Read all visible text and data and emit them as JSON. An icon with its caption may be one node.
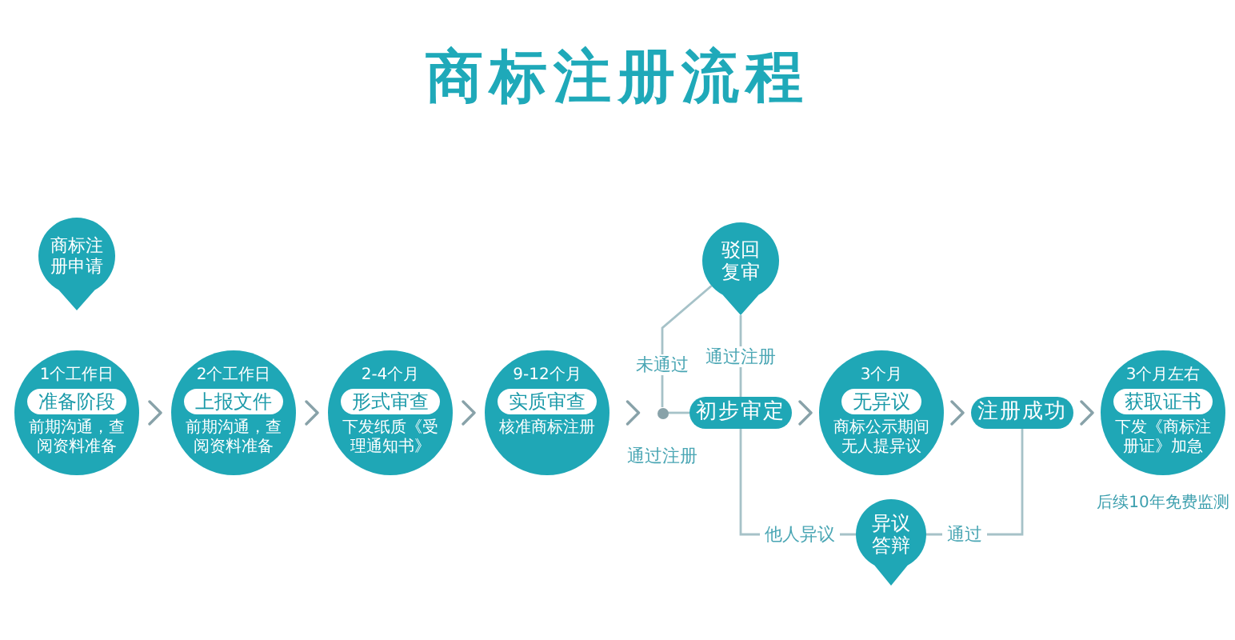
{
  "diagram": {
    "title": "商标注册流程",
    "nodes": [
      {
        "text": [
          "商标注册申请"
        ]
      },
      {
        "text": [
          "1个工作日",
          "准备阶段",
          "前期沟通，查阅资料准备"
        ]
      },
      {
        "text": [
          "2个工作日",
          "上报文件",
          "前期沟通，查阅资料准备"
        ]
      },
      {
        "text": [
          "2-4个月",
          "形式审查",
          "下发纸质《受理通知书》"
        ]
      },
      {
        "text": [
          "9-12个月",
          "实质审查",
          "核准商标注册"
        ]
      },
      {
        "text": [],
        "shape": "dot"
      },
      {
        "text": [
          "驳回复审"
        ]
      },
      {
        "text": [
          "初步审定"
        ]
      },
      {
        "text": [
          "3个月",
          "无异议",
          "商标公示期间无人提异议"
        ]
      },
      {
        "text": [
          "注册成功"
        ]
      },
      {
        "text": [
          "3个月左右",
          "获取证书",
          "下发《商标注册证》加急"
        ],
        "beside": [
          "后续10年免费监测"
        ]
      },
      {
        "text": [
          "异议答辩"
        ]
      }
    ],
    "edges": [
      {
        "from": 1,
        "to": 2,
        "arrow": "to"
      },
      {
        "from": 2,
        "to": 3,
        "arrow": "to"
      },
      {
        "from": 3,
        "to": 4,
        "arrow": "to"
      },
      {
        "from": 4,
        "to": 5,
        "arrow": "to"
      },
      {
        "from": 5,
        "to": 6,
        "arrow": "none",
        "label": "未通过"
      },
      {
        "from": 5,
        "to": 7,
        "arrow": "none",
        "label": "通过注册"
      },
      {
        "from": 6,
        "to": 7,
        "arrow": "none",
        "label": "通过注册"
      },
      {
        "from": 7,
        "to": 8,
        "arrow": "to"
      },
      {
        "from": 8,
        "to": 9,
        "arrow": "to"
      },
      {
        "from": 9,
        "to": 10,
        "arrow": "to"
      },
      {
        "from": 7,
        "to": 11,
        "arrow": "none",
        "label": "他人异议"
      },
      {
        "from": 11,
        "to": 9,
        "arrow": "none",
        "label": "通过"
      }
    ]
  }
}
